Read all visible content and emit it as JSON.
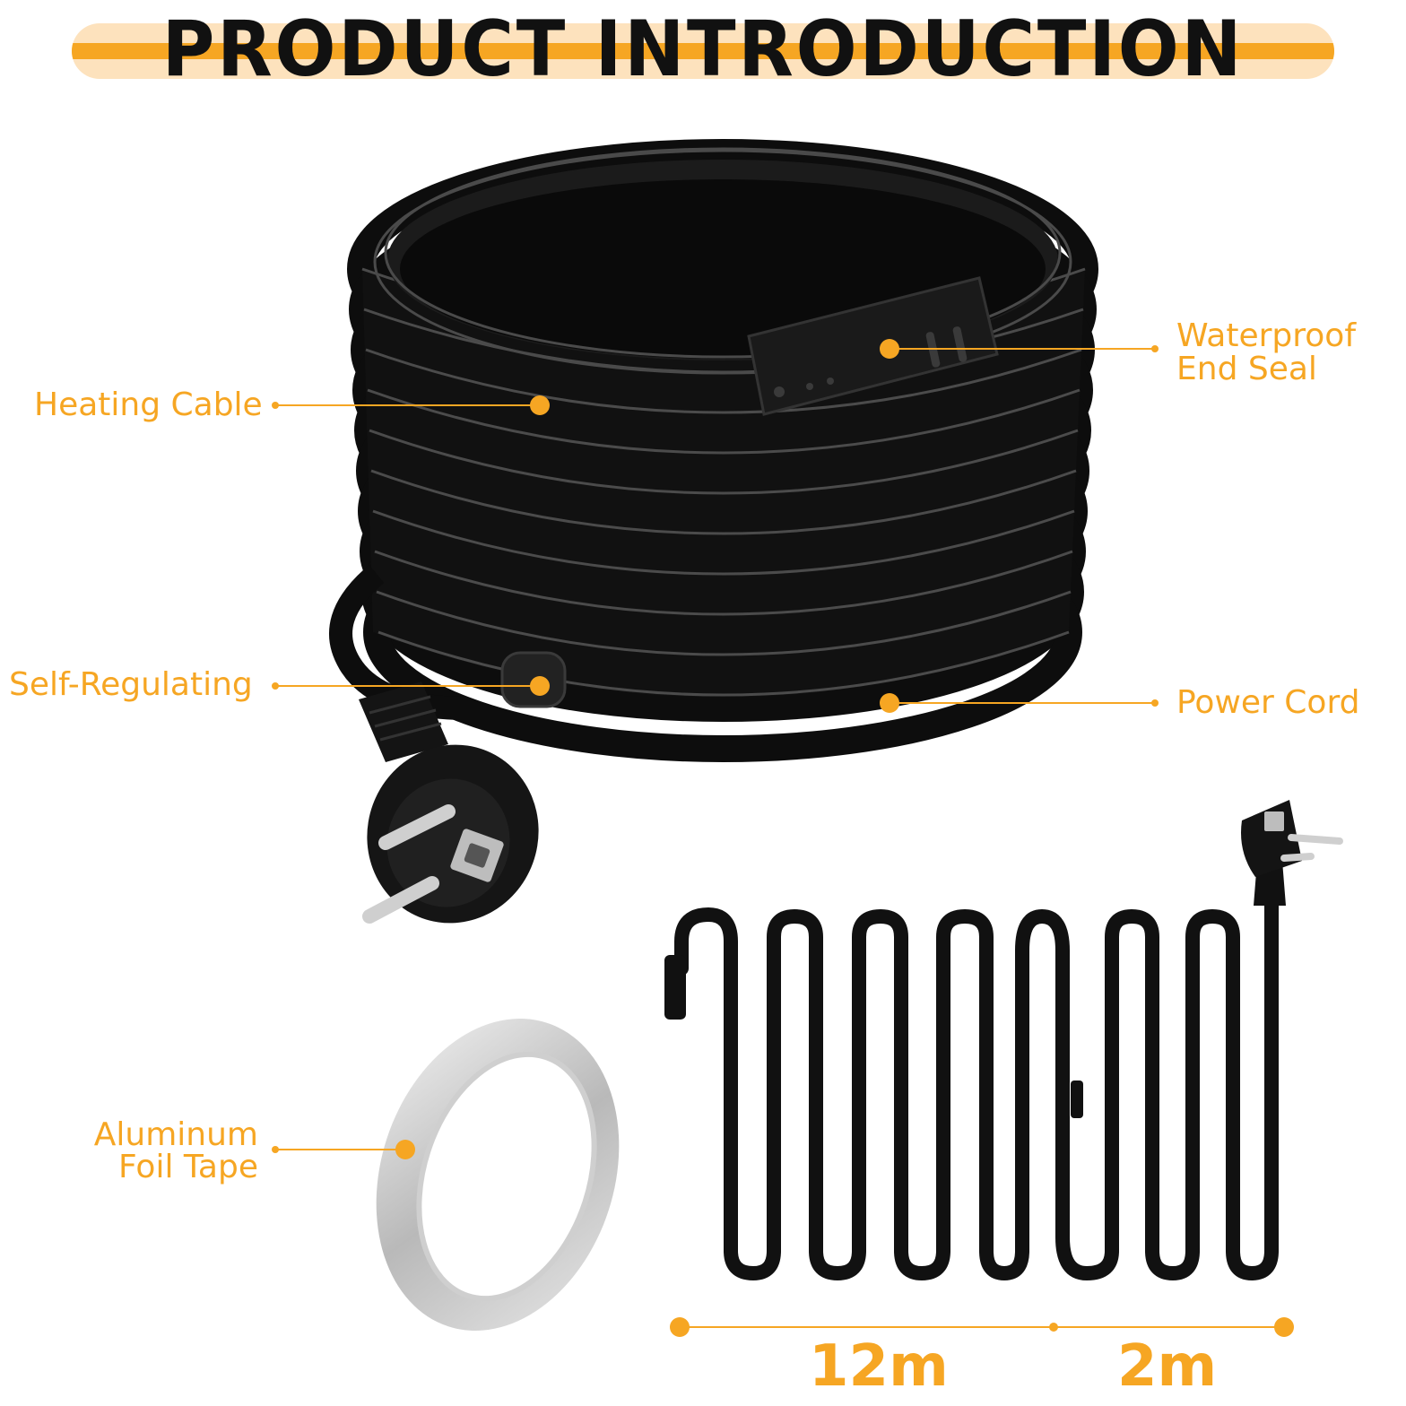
{
  "banner": {
    "title": "PRODUCT INTRODUCTION"
  },
  "labels": {
    "heating_cable": "Heating Cable",
    "self_regulating": "Self-Regulating",
    "waterproof_line1": "Waterproof",
    "waterproof_line2": "End Seal",
    "power_cord": "Power Cord",
    "foil_line1": "Aluminum",
    "foil_line2": "Foil Tape"
  },
  "dimensions": {
    "cable_length": "12m",
    "cord_length": "2m"
  },
  "colors": {
    "accent": "#f6a623",
    "accent_light": "#fde2bd",
    "cable": "#111111",
    "title": "#111111"
  },
  "icons": [
    "plug-icon",
    "cable-coil-icon",
    "tape-roll-icon"
  ]
}
